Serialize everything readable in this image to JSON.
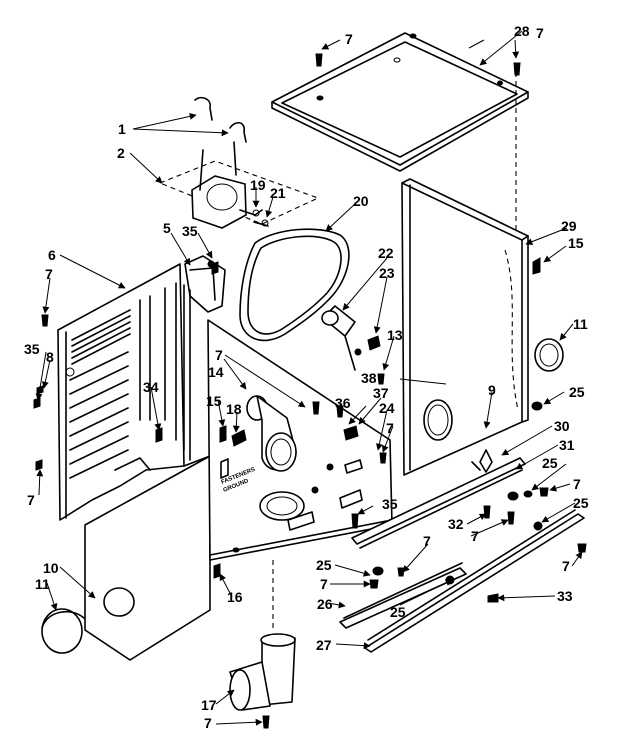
{
  "diagram": {
    "callouts": [
      "1",
      "2",
      "5",
      "6",
      "7",
      "35",
      "8",
      "34",
      "10",
      "11",
      "14",
      "15",
      "18",
      "16",
      "17",
      "19",
      "20",
      "21",
      "22",
      "23",
      "13",
      "28",
      "29",
      "11",
      "25",
      "9",
      "30",
      "31",
      "32",
      "33",
      "36",
      "37",
      "38",
      "24",
      "26",
      "27"
    ],
    "ground_label_line1": "FASTENERS",
    "ground_label_line2": "GROUND"
  }
}
